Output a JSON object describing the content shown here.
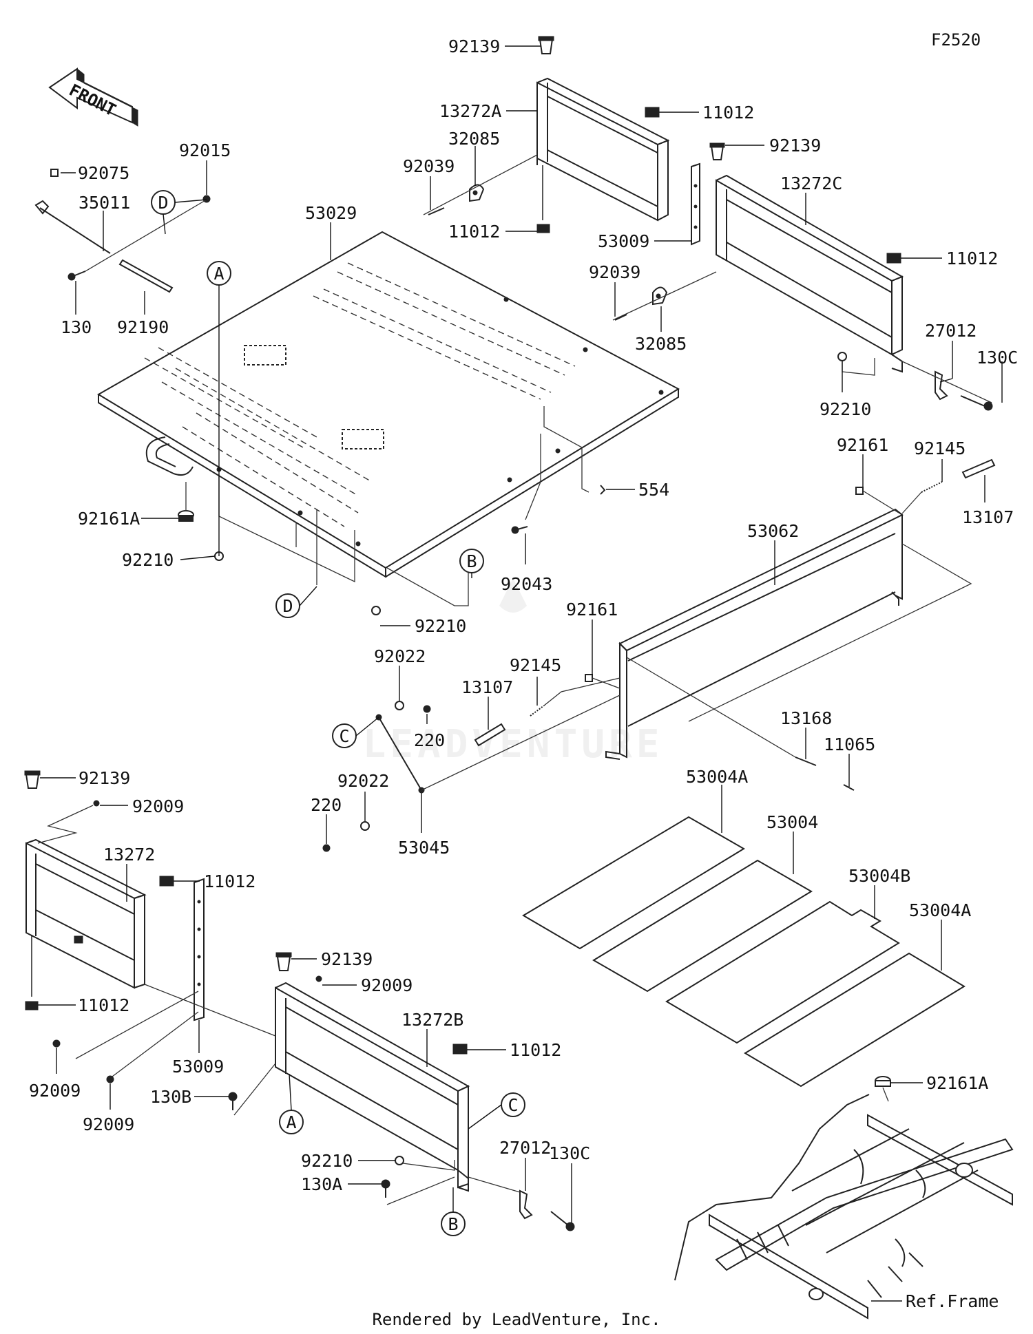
{
  "figure_code": "F2520",
  "front_arrow_text": "FRONT",
  "footer": "Rendered by LeadVenture, Inc.",
  "watermark": "LEADVENTURE",
  "ref_frame_label": "Ref.Frame",
  "circle_refs": [
    "A",
    "B",
    "C",
    "D"
  ],
  "part_labels": {
    "p92139_top": "92139",
    "p13272A": "13272A",
    "p11012_a": "11012",
    "p32085_a": "32085",
    "p92039_a": "92039",
    "p11012_b": "11012",
    "p92139_b": "92139",
    "p13272C": "13272C",
    "p53009_a": "53009",
    "p11012_c": "11012",
    "p92039_b": "92039",
    "p32085_b": "32085",
    "p27012_a": "27012",
    "p130C_a": "130C",
    "p92210_a": "92210",
    "p92075": "92075",
    "p92015": "92015",
    "p35011": "35011",
    "p130": "130",
    "p92190": "92190",
    "p53029": "53029",
    "p92161A_a": "92161A",
    "p92210_b": "92210",
    "p92210_c": "92210",
    "p92043": "92043",
    "p554": "554",
    "p92161_a": "92161",
    "p92145_a": "92145",
    "p13107_a": "13107",
    "p53062": "53062",
    "p92161_b": "92161",
    "p92145_b": "92145",
    "p13107_b": "13107",
    "p92022_a": "92022",
    "p220_a": "220",
    "p92022_b": "92022",
    "p220_b": "220",
    "p53045": "53045",
    "p13168": "13168",
    "p11065": "11065",
    "p53004A_a": "53004A",
    "p53004": "53004",
    "p53004B": "53004B",
    "p53004A_b": "53004A",
    "p92139_c": "92139",
    "p92009_a": "92009",
    "p13272": "13272",
    "p11012_d": "11012",
    "p11012_e": "11012",
    "p92139_d": "92139",
    "p92009_b": "92009",
    "p13272B": "13272B",
    "p11012_f": "11012",
    "p53009_b": "53009",
    "p92009_c": "92009",
    "p92009_d": "92009",
    "p130B": "130B",
    "p92210_d": "92210",
    "p130A": "130A",
    "p27012_b": "27012",
    "p130C_b": "130C",
    "p92161A_b": "92161A"
  }
}
